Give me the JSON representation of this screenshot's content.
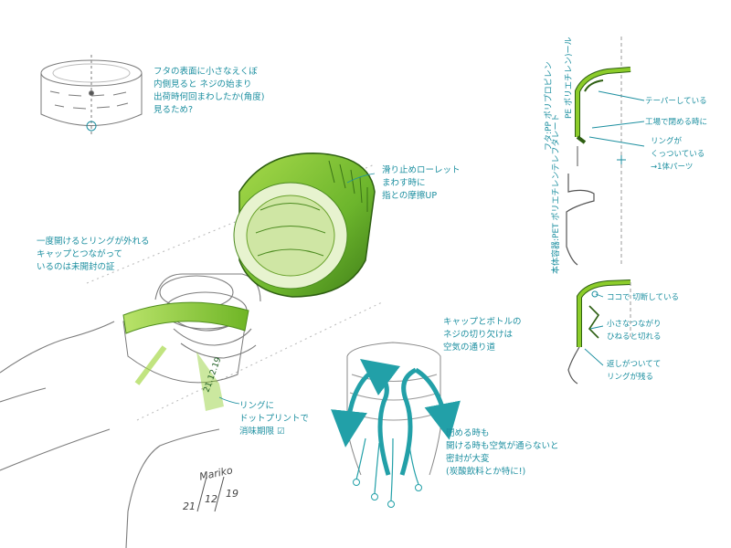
{
  "annotations": {
    "top_left": [
      "フタの表面に小さなえくぼ",
      "内側見ると ネジの始まり",
      "出荷時何回まわしたか(角度)",
      "見るため?"
    ],
    "knurl": [
      "滑り止めローレット",
      "まわす時に",
      "指との摩擦UP"
    ],
    "ring_once": [
      "一度開けるとリングが外れる",
      "キャップとつながって",
      "いるのは未開封の証"
    ],
    "ring_date": [
      "リングに",
      "ドットプリントで",
      "消味期限 ☑"
    ],
    "air_path": [
      "キャップとボトルの",
      "ネジの切り欠けは",
      "空気の通り道"
    ],
    "open_close": [
      "閉める時も",
      "開ける時も空気が通らないと",
      "密封が大変",
      "(炭酸飲料とか特に!)"
    ],
    "pp_label": "フタ:PP ポリプロピレン",
    "pe_label": "PE ポリエチレン)ール",
    "pet_label": "本体容器:PET ポリエチレンテレフタレート",
    "taper": "テーパーしている",
    "last_close": "工場で閉める時に",
    "ring_attached": [
      "リングが",
      "くっついている",
      "→1体パーツ"
    ],
    "cut_here": "ココで 切断している",
    "thin_link": [
      "小さなつながり",
      "ひねると切れる"
    ],
    "hook": [
      "返しがついてて",
      "リングが残る"
    ],
    "ring_print": "21.12.19"
  },
  "signature": {
    "name": "Mariko",
    "date_parts": [
      "21",
      "12",
      "19"
    ]
  },
  "colors": {
    "annotation": "#1c8fa0",
    "cap_green": "#7fc230",
    "cap_dark": "#3f7d18",
    "ring_green": "#8ccc2a",
    "pencil": "#777777",
    "arrow_teal": "#22a0a8"
  }
}
